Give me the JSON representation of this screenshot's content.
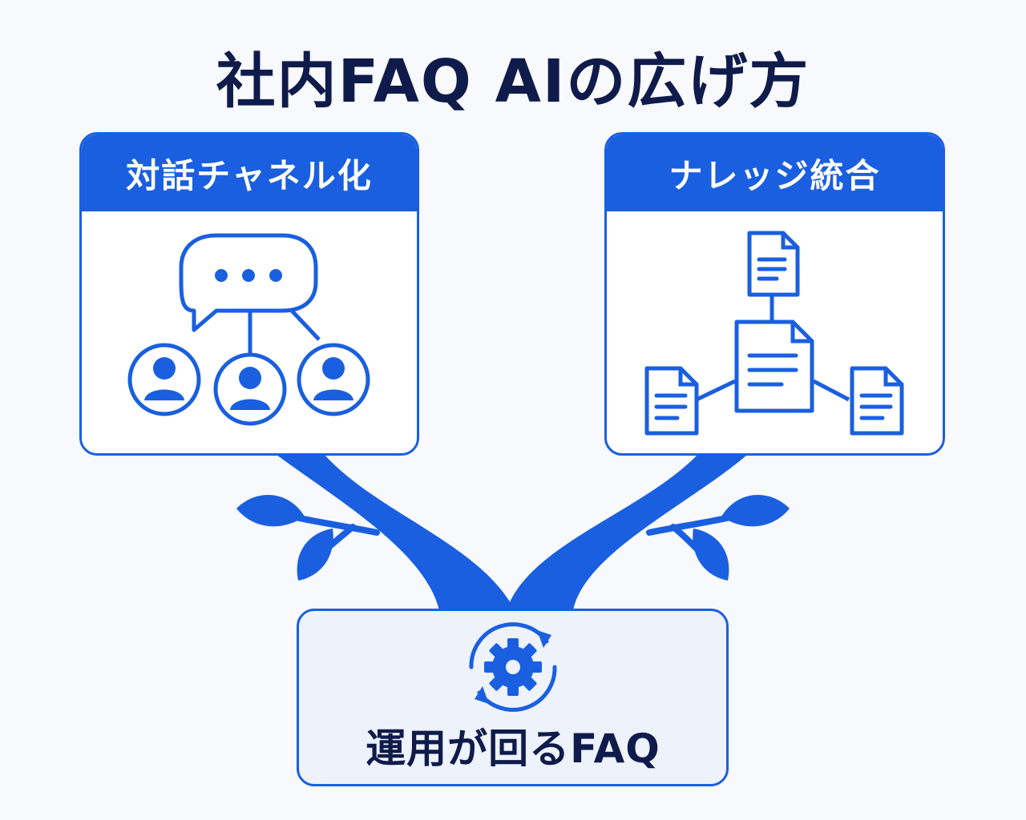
{
  "title": "社内FAQ AIの広げ方",
  "left_card": {
    "header": "対話チャネル化",
    "icons": [
      "chat-bubble-icon",
      "user-icon",
      "user-icon",
      "user-icon"
    ]
  },
  "right_card": {
    "header": "ナレッジ統合",
    "icons": [
      "document-icon",
      "document-icon",
      "document-icon",
      "document-icon"
    ]
  },
  "bottom_card": {
    "label": "運用が回るFAQ",
    "icon": "gear-cycle-icon"
  },
  "colors": {
    "primary": "#1a5fe0",
    "title_text": "#0f1b4a",
    "background": "#f7f9fd",
    "bottom_fill": "#edf2fb"
  }
}
